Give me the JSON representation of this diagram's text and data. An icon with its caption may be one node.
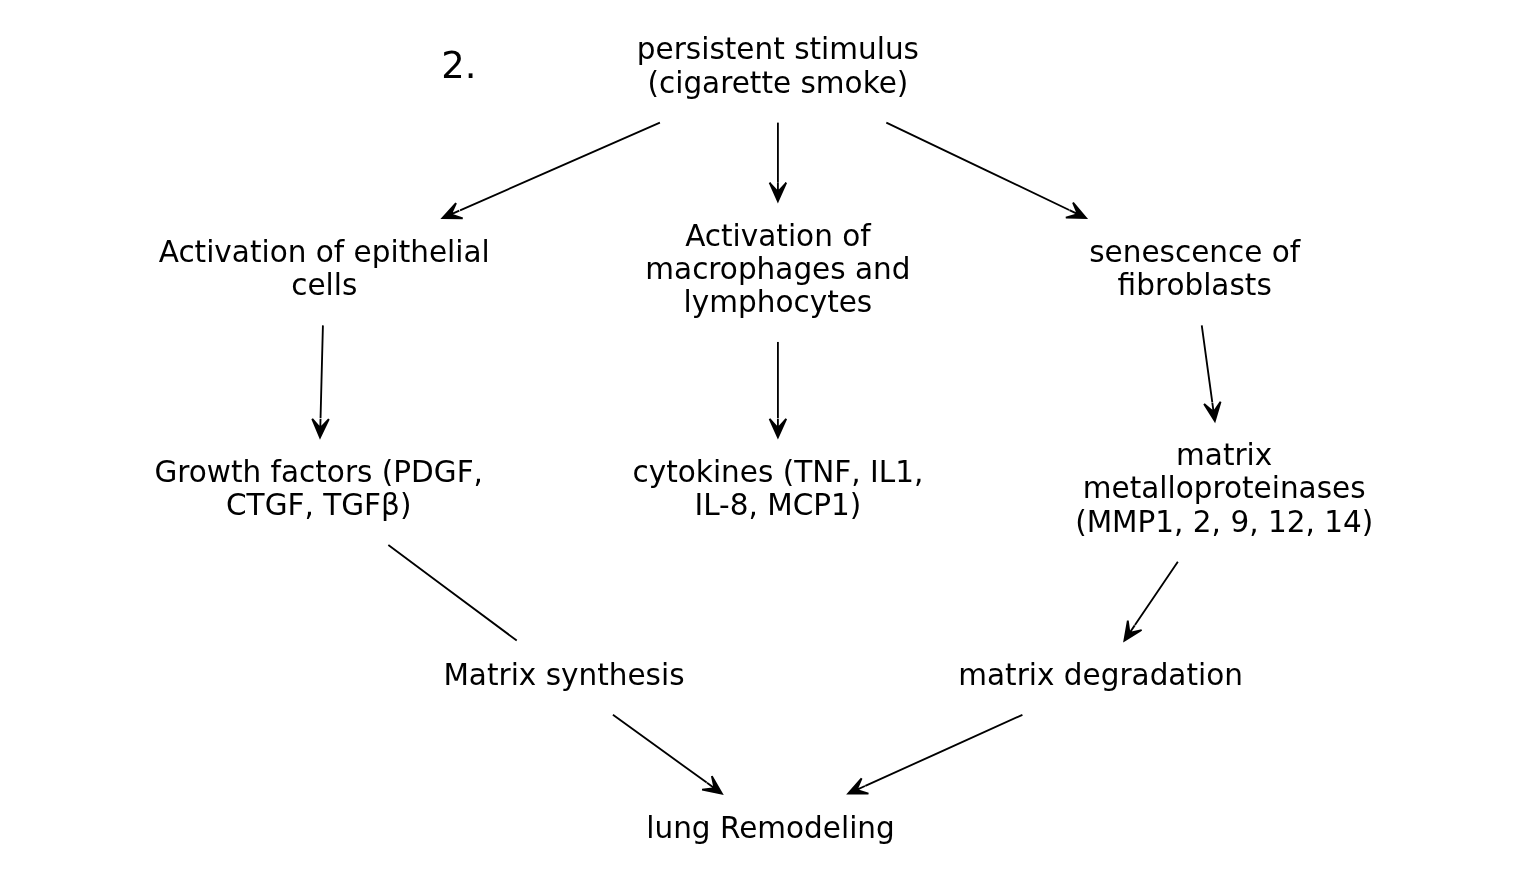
{
  "diagram": {
    "nodes": [
      {
        "text": [
          "persistent stimulus (cigarette smoke)"
        ]
      },
      {
        "text": [
          "Activation of epithelial cells"
        ]
      },
      {
        "text": [
          "Activation of macrophages and lymphocytes"
        ]
      },
      {
        "text": [
          "senescence of fibroblasts"
        ]
      },
      {
        "text": [
          "Growth factors (PDGF, CTGF, TGFβ)"
        ]
      },
      {
        "text": [
          "cytokines (TNF, IL1, IL-8, MCP1)"
        ]
      },
      {
        "text": [
          "matrix metalloproteinases (MMP1, 2, 9, 12, 14)"
        ]
      },
      {
        "text": [
          "Matrix synthesis"
        ]
      },
      {
        "text": [
          "matrix degradation"
        ]
      },
      {
        "text": [
          "lung Remodeling"
        ]
      }
    ],
    "edges": [
      {
        "from": 0,
        "to": 1,
        "arrow": "to"
      },
      {
        "from": 0,
        "to": 2,
        "arrow": "to"
      },
      {
        "from": 0,
        "to": 3,
        "arrow": "to"
      },
      {
        "from": 1,
        "to": 4,
        "arrow": "to"
      },
      {
        "from": 2,
        "to": 5,
        "arrow": "to"
      },
      {
        "from": 3,
        "to": 6,
        "arrow": "to"
      },
      {
        "from": 4,
        "to": 7,
        "arrow": "none"
      },
      {
        "from": 6,
        "to": 8,
        "arrow": "to"
      },
      {
        "from": 7,
        "to": 9,
        "arrow": "to"
      },
      {
        "from": 8,
        "to": 9,
        "arrow": "to"
      }
    ],
    "labels": [
      "2."
    ]
  }
}
